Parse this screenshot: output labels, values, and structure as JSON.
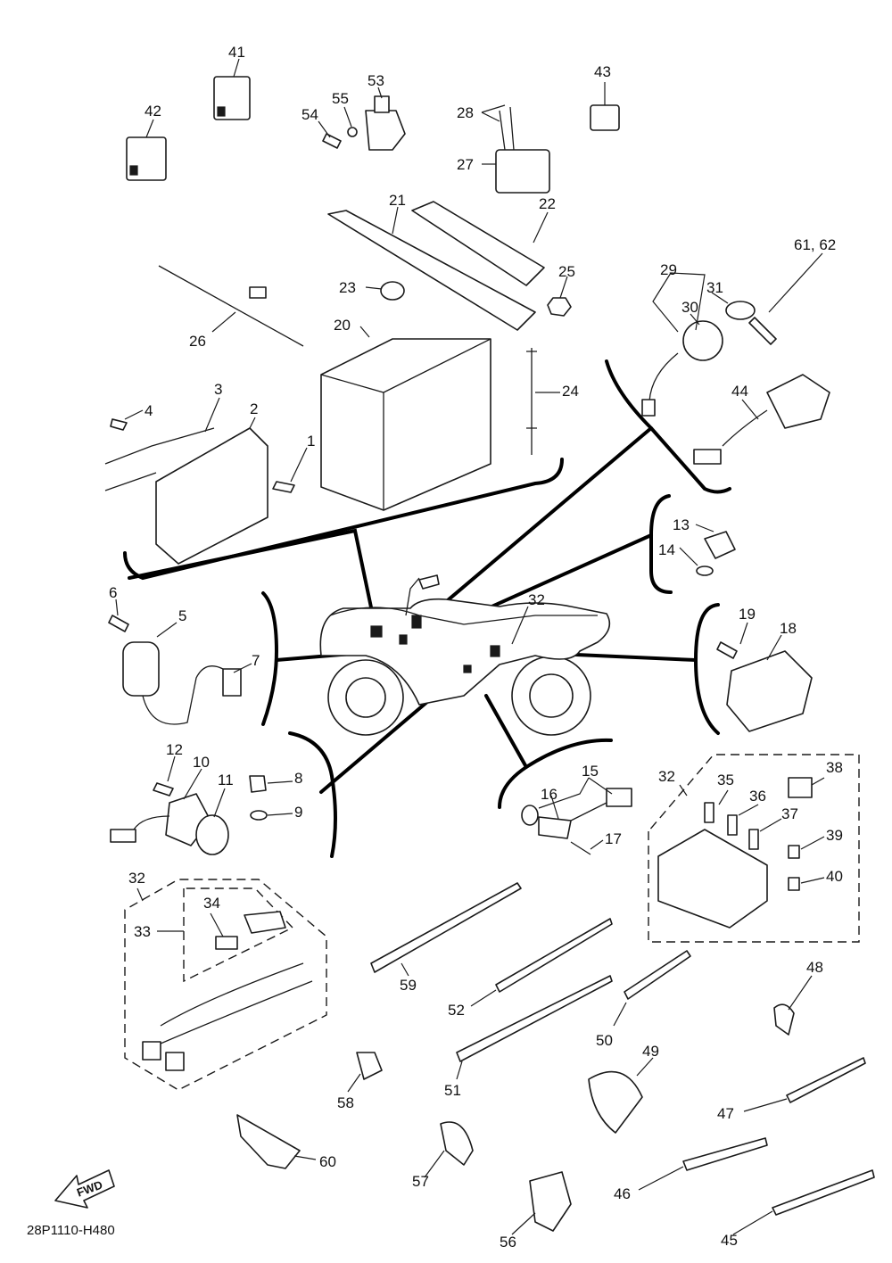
{
  "diagram_code": "28P1110-H480",
  "direction_arrow_label": "FWD",
  "callouts": [
    {
      "id": "c41",
      "text": "41"
    },
    {
      "id": "c42",
      "text": "42"
    },
    {
      "id": "c53",
      "text": "53"
    },
    {
      "id": "c54",
      "text": "54"
    },
    {
      "id": "c55",
      "text": "55"
    },
    {
      "id": "c43",
      "text": "43"
    },
    {
      "id": "c28",
      "text": "28"
    },
    {
      "id": "c27",
      "text": "27"
    },
    {
      "id": "c21",
      "text": "21"
    },
    {
      "id": "c22",
      "text": "22"
    },
    {
      "id": "c61",
      "text": "61, 62"
    },
    {
      "id": "c23",
      "text": "23"
    },
    {
      "id": "c25",
      "text": "25"
    },
    {
      "id": "c29",
      "text": "29"
    },
    {
      "id": "c31",
      "text": "31"
    },
    {
      "id": "c30",
      "text": "30"
    },
    {
      "id": "c20",
      "text": "20"
    },
    {
      "id": "c26",
      "text": "26"
    },
    {
      "id": "c24",
      "text": "24"
    },
    {
      "id": "c44",
      "text": "44"
    },
    {
      "id": "c3",
      "text": "3"
    },
    {
      "id": "c4",
      "text": "4"
    },
    {
      "id": "c2",
      "text": "2"
    },
    {
      "id": "c1",
      "text": "1"
    },
    {
      "id": "c13",
      "text": "13"
    },
    {
      "id": "c14",
      "text": "14"
    },
    {
      "id": "c6",
      "text": "6"
    },
    {
      "id": "c5",
      "text": "5"
    },
    {
      "id": "c32a",
      "text": "32"
    },
    {
      "id": "c19",
      "text": "19"
    },
    {
      "id": "c18",
      "text": "18"
    },
    {
      "id": "c7",
      "text": "7"
    },
    {
      "id": "c12",
      "text": "12"
    },
    {
      "id": "c10",
      "text": "10"
    },
    {
      "id": "c11",
      "text": "11"
    },
    {
      "id": "c8",
      "text": "8"
    },
    {
      "id": "c9",
      "text": "9"
    },
    {
      "id": "c15",
      "text": "15"
    },
    {
      "id": "c16",
      "text": "16"
    },
    {
      "id": "c17",
      "text": "17"
    },
    {
      "id": "c32b",
      "text": "32"
    },
    {
      "id": "c35",
      "text": "35"
    },
    {
      "id": "c38",
      "text": "38"
    },
    {
      "id": "c36",
      "text": "36"
    },
    {
      "id": "c37",
      "text": "37"
    },
    {
      "id": "c39",
      "text": "39"
    },
    {
      "id": "c40",
      "text": "40"
    },
    {
      "id": "c32c",
      "text": "32"
    },
    {
      "id": "c34",
      "text": "34"
    },
    {
      "id": "c33",
      "text": "33"
    },
    {
      "id": "c59",
      "text": "59"
    },
    {
      "id": "c52",
      "text": "52"
    },
    {
      "id": "c50",
      "text": "50"
    },
    {
      "id": "c48",
      "text": "48"
    },
    {
      "id": "c51",
      "text": "51"
    },
    {
      "id": "c49",
      "text": "49"
    },
    {
      "id": "c58",
      "text": "58"
    },
    {
      "id": "c47",
      "text": "47"
    },
    {
      "id": "c60",
      "text": "60"
    },
    {
      "id": "c57",
      "text": "57"
    },
    {
      "id": "c46",
      "text": "46"
    },
    {
      "id": "c56",
      "text": "56"
    },
    {
      "id": "c45",
      "text": "45"
    }
  ]
}
